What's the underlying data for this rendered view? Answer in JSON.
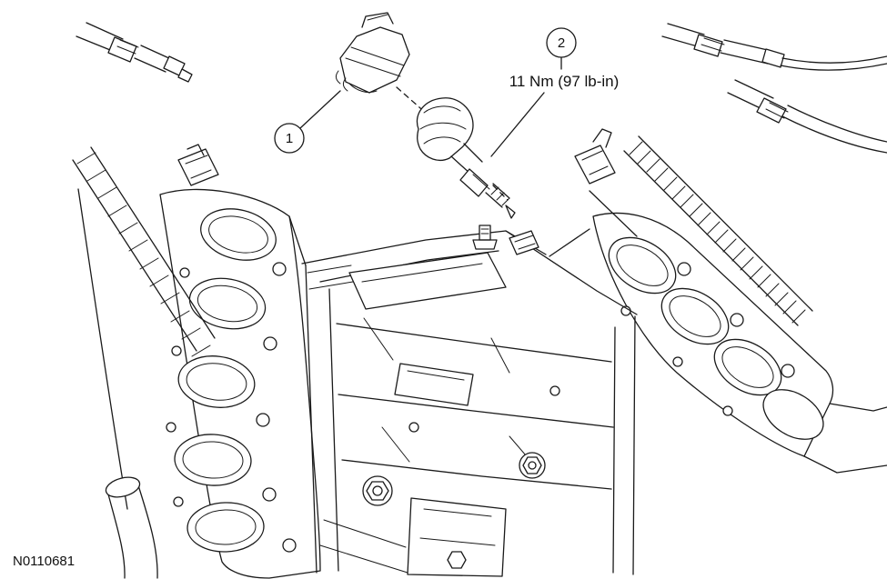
{
  "figure": {
    "id": "N0110681"
  },
  "callouts": {
    "one": "1",
    "two": "2"
  },
  "labels": {
    "torque_spec": "11 Nm (97 lb-in)"
  },
  "colors": {
    "line": "#1a1a1a",
    "background": "#ffffff"
  }
}
